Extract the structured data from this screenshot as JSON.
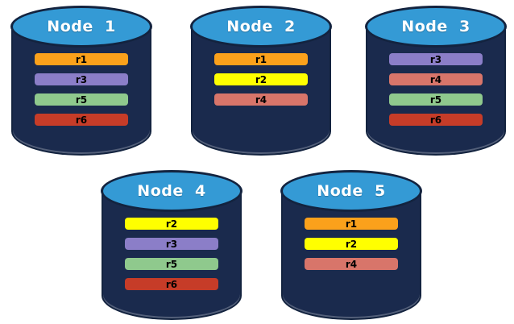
{
  "diagram": {
    "description": "Five database node cylinders showing replica placement"
  },
  "colors": {
    "page_background": "#FFFFFF",
    "cylinder_body": "#1A2A4D",
    "cylinder_outline": "#13233F",
    "cylinder_top": "#349AD5",
    "title_text": "#FFFFFF",
    "replica_text": "#000000",
    "replica_colors": {
      "r1": "#FBA11B",
      "r2": "#FFFF00",
      "r3": "#8B7EC8",
      "r4": "#D8756A",
      "r5": "#8FC98D",
      "r6": "#C63C28"
    }
  },
  "nodes": [
    {
      "title": "Node  1",
      "replicas": [
        "r1",
        "r3",
        "r5",
        "r6"
      ]
    },
    {
      "title": "Node  2",
      "replicas": [
        "r1",
        "r2",
        "r4"
      ]
    },
    {
      "title": "Node  3",
      "replicas": [
        "r3",
        "r4",
        "r5",
        "r6"
      ]
    },
    {
      "title": "Node  4",
      "replicas": [
        "r2",
        "r3",
        "r5",
        "r6"
      ]
    },
    {
      "title": "Node  5",
      "replicas": [
        "r1",
        "r2",
        "r4"
      ]
    }
  ]
}
